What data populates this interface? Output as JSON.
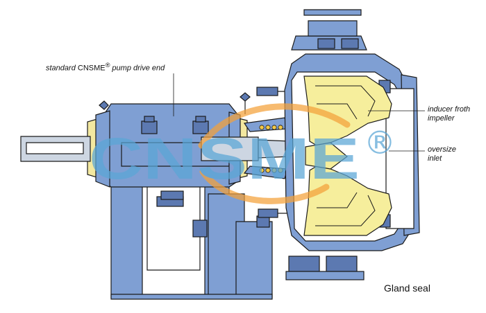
{
  "labels": {
    "drive_end_prefix": "standard ",
    "drive_end_brand": "CNSME",
    "drive_end_reg": "®",
    "drive_end_suffix": " pump drive end",
    "inducer_line1": "inducer froth",
    "inducer_line2": "impeller",
    "oversize_line1": "oversize",
    "oversize_line2": "inlet",
    "gland_seal": "Gland seal"
  },
  "watermark": {
    "text": "CNSME",
    "mark": "®"
  },
  "colors": {
    "casing_blue": "#7f9fd3",
    "casing_dark": "#5c79b1",
    "outline": "#1a1a1a",
    "impeller_yellow": "#f6ee9c",
    "shaft_grey": "#cdd6e2",
    "bearing_yellow": "#f3e8a0",
    "watermark_blue": "#5aa6d6",
    "watermark_orange": "#f4a13a"
  }
}
